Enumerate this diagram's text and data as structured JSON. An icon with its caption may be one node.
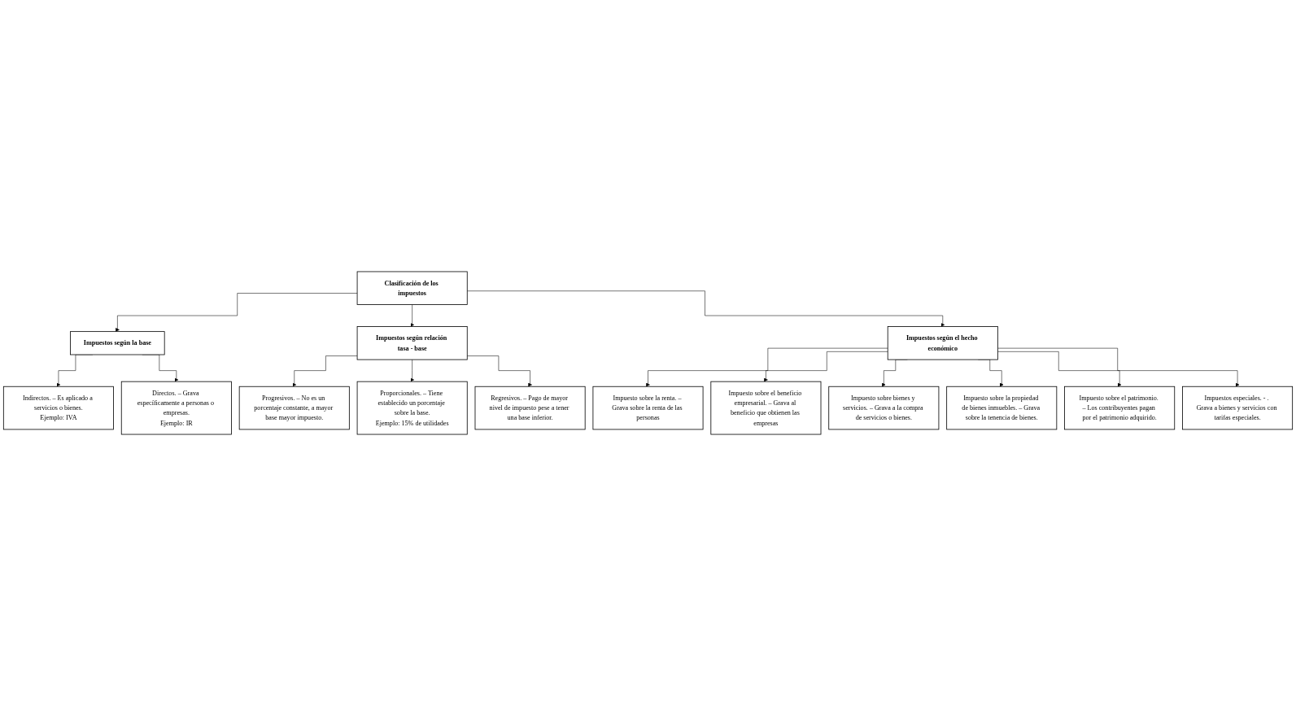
{
  "diagram": {
    "nodes": [
      {
        "text": [
          "Clasificación de los impuestos"
        ]
      },
      {
        "text": [
          "Impuestos según la base"
        ]
      },
      {
        "text": [
          "Impuestos según relación tasa - base"
        ]
      },
      {
        "text": [
          "Impuestos según el hecho económico"
        ]
      },
      {
        "text": [
          "Indirectos. – Es aplicado a servicios o bienes.",
          "Ejemplo: IVA"
        ]
      },
      {
        "text": [
          "Directos. – Grava específicamente a personas o empresas.",
          "Ejemplo: IR"
        ]
      },
      {
        "text": [
          "Progresivos. – No es un porcentaje constante, a mayor base mayor impuesto."
        ]
      },
      {
        "text": [
          "Proporcionales. – Tiene establecido un porcentaje sobre la base.",
          "Ejemplo: 15% de utilidades"
        ]
      },
      {
        "text": [
          "Regresivos. – Pago de mayor nivel de impuesto pese a tener una base inferior."
        ]
      },
      {
        "text": [
          "Impuesto sobre la renta. – Grava sobre la renta de las personas"
        ]
      },
      {
        "text": [
          "Impuesto sobre el beneficio empresarial. – Grava al beneficio que obtienen las empresas"
        ]
      },
      {
        "text": [
          "Impuesto sobre bienes y servicios. – Grava a la compra de servicios o bienes."
        ]
      },
      {
        "text": [
          "Impuesto sobre la propiedad de bienes inmuebles. – Grava sobre la tenencia de bienes."
        ]
      },
      {
        "text": [
          "Impuesto sobre el patrimonio. – Los contribuyentes pagan por el patrimonio adquirido."
        ]
      },
      {
        "text": [
          "Impuestos especiales. - . Grava a bienes y servicios con tarifas especiales."
        ]
      }
    ],
    "edges": [
      {
        "from": 0,
        "to": 1,
        "arrow": "to"
      },
      {
        "from": 0,
        "to": 2,
        "arrow": "to"
      },
      {
        "from": 0,
        "to": 3,
        "arrow": "to"
      },
      {
        "from": 1,
        "to": 4,
        "arrow": "to"
      },
      {
        "from": 1,
        "to": 5,
        "arrow": "to"
      },
      {
        "from": 2,
        "to": 6,
        "arrow": "to"
      },
      {
        "from": 2,
        "to": 7,
        "arrow": "to"
      },
      {
        "from": 2,
        "to": 8,
        "arrow": "to"
      },
      {
        "from": 3,
        "to": 9,
        "arrow": "to"
      },
      {
        "from": 3,
        "to": 10,
        "arrow": "to"
      },
      {
        "from": 3,
        "to": 11,
        "arrow": "to"
      },
      {
        "from": 3,
        "to": 12,
        "arrow": "to"
      },
      {
        "from": 3,
        "to": 13,
        "arrow": "to"
      },
      {
        "from": 3,
        "to": 14,
        "arrow": "to"
      }
    ]
  }
}
